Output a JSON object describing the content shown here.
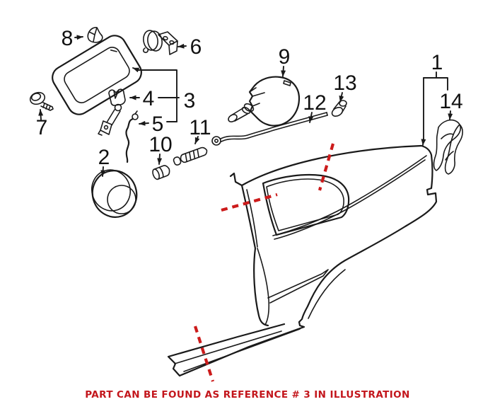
{
  "title": "Quarter panel parts diagram",
  "labels": {
    "n1": "1",
    "n2": "2",
    "n3": "3",
    "n4": "4",
    "n5": "5",
    "n6": "6",
    "n7": "7",
    "n8": "8",
    "n9": "9",
    "n10": "10",
    "n11": "11",
    "n12": "12",
    "n13": "13",
    "n14": "14"
  },
  "footer": {
    "note": "PART CAN BE FOUND AS REFERENCE # 3 IN ILLUSTRATION"
  },
  "colors": {
    "line": "#1a1a1a",
    "highlight_dash": "#cc1b1b",
    "note_text": "#c3161c",
    "background": "#ffffff"
  }
}
